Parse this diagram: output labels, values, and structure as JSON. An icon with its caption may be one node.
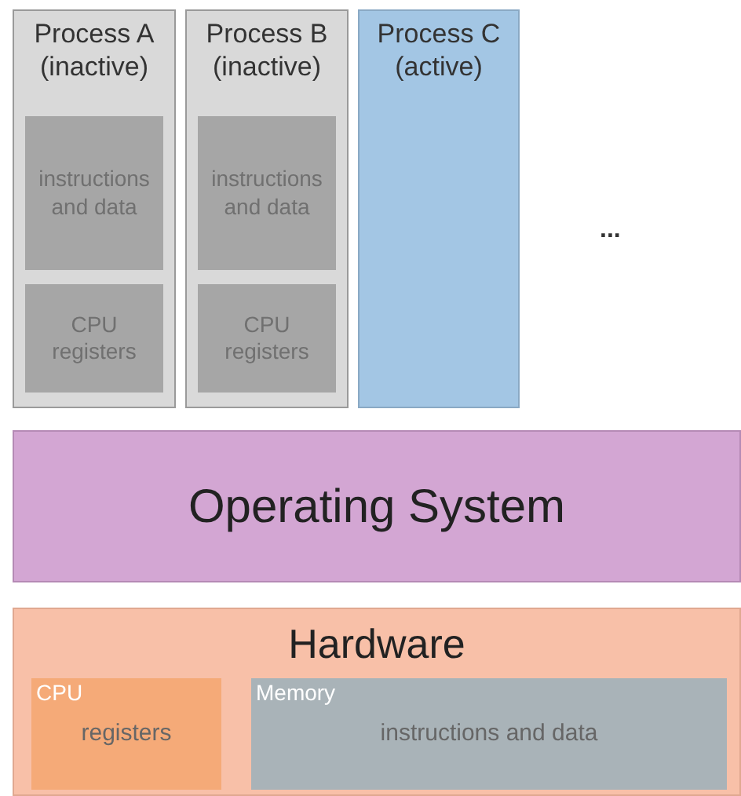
{
  "diagram": {
    "nodes": [
      {
        "text": [
          "Process A (inactive)"
        ]
      },
      {
        "text": [
          "instructions and data"
        ],
        "in": 0
      },
      {
        "text": [
          "CPU registers"
        ],
        "in": 0
      },
      {
        "text": [
          "Process B (inactive)"
        ]
      },
      {
        "text": [
          "instructions and data"
        ],
        "in": 3
      },
      {
        "text": [
          "CPU registers"
        ],
        "in": 3
      },
      {
        "text": [
          "Process C (active)"
        ]
      },
      {
        "text": [
          "Operating System"
        ]
      },
      {
        "text": [
          "Hardware"
        ]
      },
      {
        "text": [
          "CPU",
          "registers"
        ],
        "in": 8
      },
      {
        "text": [
          "Memory",
          "instructions and data"
        ],
        "in": 8
      }
    ],
    "labels": [
      "..."
    ]
  }
}
